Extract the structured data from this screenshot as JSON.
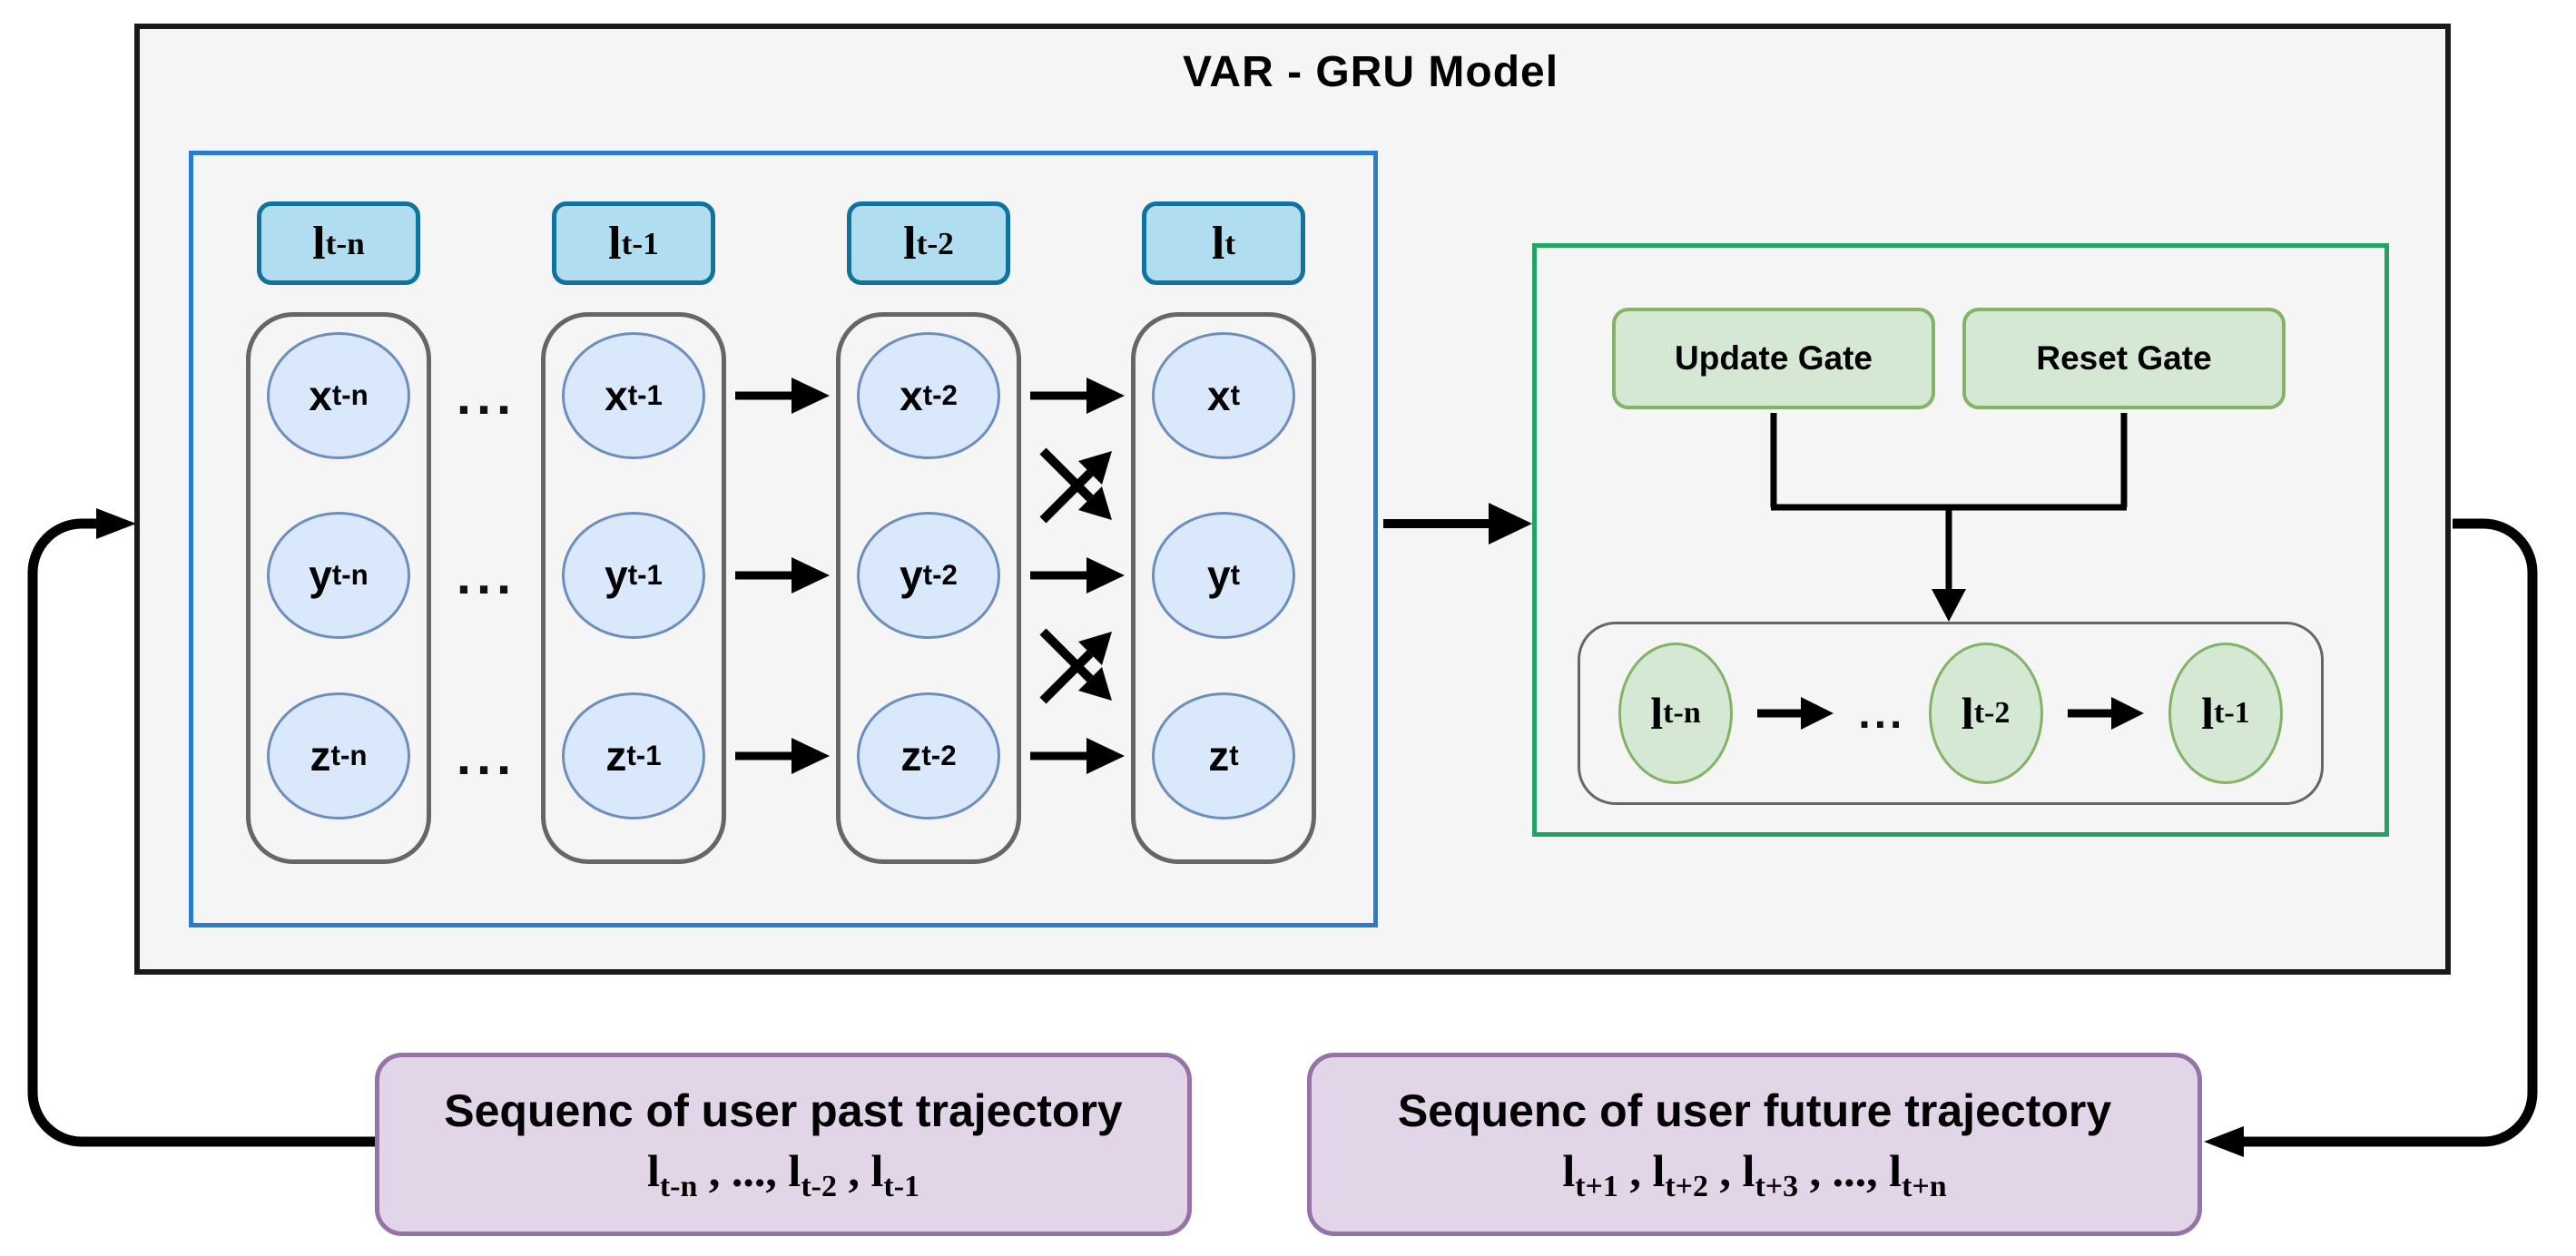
{
  "title": "VAR - GRU Model",
  "colors": {
    "outer_border": "#1a1a1a",
    "panel_fill": "#f5f5f5",
    "blue_border": "#2a7ad2",
    "header_fill": "#b1ddf0",
    "header_border": "#10739e",
    "node_fill": "#dae8fc",
    "node_border": "#6c8ebf",
    "column_border": "#666666",
    "green_border": "#21a366",
    "gate_fill": "#d5e8d4",
    "gate_border": "#82b366",
    "purple_fill": "#e1d5e7",
    "purple_border": "#9673a6",
    "arrow": "#000000"
  },
  "symbols": {
    "ellipsis": "..."
  },
  "input_block": {
    "headers": [
      {
        "base": "l",
        "sub": "t-n"
      },
      {
        "base": "l",
        "sub": "t-1"
      },
      {
        "base": "l",
        "sub": "t-2"
      },
      {
        "base": "l",
        "sub": "t"
      }
    ],
    "columns": [
      {
        "cells": [
          {
            "base": "x",
            "sub": "t-n"
          },
          {
            "base": "y",
            "sub": "t-n"
          },
          {
            "base": "z",
            "sub": "t-n"
          }
        ]
      },
      {
        "cells": [
          {
            "base": "x",
            "sub": "t-1"
          },
          {
            "base": "y",
            "sub": "t-1"
          },
          {
            "base": "z",
            "sub": "t-1"
          }
        ]
      },
      {
        "cells": [
          {
            "base": "x",
            "sub": "t-2"
          },
          {
            "base": "y",
            "sub": "t-2"
          },
          {
            "base": "z",
            "sub": "t-2"
          }
        ]
      },
      {
        "cells": [
          {
            "base": "x",
            "sub": "t"
          },
          {
            "base": "y",
            "sub": "t"
          },
          {
            "base": "z",
            "sub": "t"
          }
        ]
      }
    ]
  },
  "gru_block": {
    "update_gate_label": "Update Gate",
    "reset_gate_label": "Reset Gate",
    "states": [
      {
        "base": "l",
        "sub": "t-n"
      },
      {
        "base": "l",
        "sub": "t-2"
      },
      {
        "base": "l",
        "sub": "t-1"
      }
    ]
  },
  "past_box": {
    "line1": "Sequenc of user past trajectory",
    "parts": [
      {
        "base": "l",
        "sub": "t-n"
      },
      {
        "sep": " , ..., "
      },
      {
        "base": "l",
        "sub": "t-2"
      },
      {
        "sep": " , "
      },
      {
        "base": "l",
        "sub": "t-1"
      }
    ]
  },
  "future_box": {
    "line1": "Sequenc of user future trajectory",
    "parts": [
      {
        "base": "l",
        "sub": "t+1"
      },
      {
        "sep": " , "
      },
      {
        "base": "l",
        "sub": "t+2"
      },
      {
        "sep": " , "
      },
      {
        "base": "l",
        "sub": "t+3"
      },
      {
        "sep": " , ..., "
      },
      {
        "base": "l",
        "sub": "t+n"
      }
    ]
  }
}
